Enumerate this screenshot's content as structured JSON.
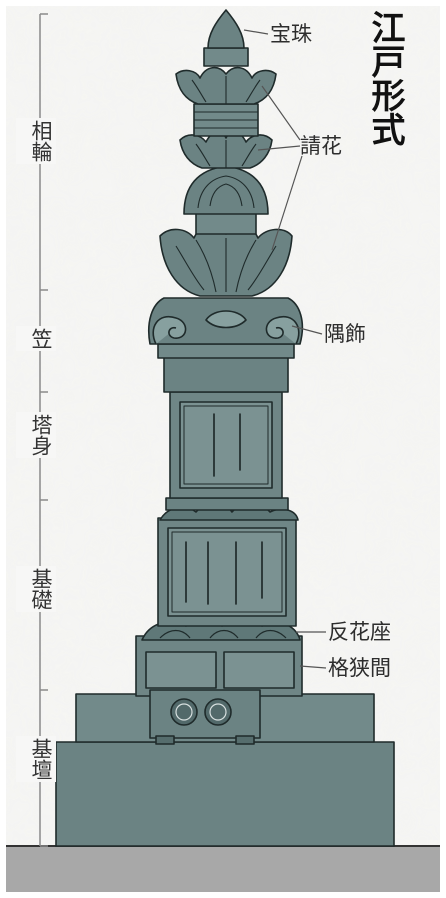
{
  "title": "江戸形式",
  "bracket_labels": [
    {
      "key": "sorin",
      "text": "相輪"
    },
    {
      "key": "kasa",
      "text": "笠"
    },
    {
      "key": "toshin",
      "text": "塔身"
    },
    {
      "key": "kiso",
      "text": "基礎"
    },
    {
      "key": "kidan",
      "text": "基壇"
    }
  ],
  "callouts": {
    "hoju": "宝珠",
    "ukebana": "請花",
    "sumikazari": "隅飾",
    "kaebanaza": "反花座",
    "koshima": "格狭間"
  },
  "colors": {
    "stone": "#6b8383",
    "stone_light": "#87a09f",
    "stone_dark": "#3f5454",
    "outline": "#1f2b2b",
    "ground": "#a9a9a9",
    "paper": "#f2f2f0",
    "bracket": "#8a8a8a"
  }
}
